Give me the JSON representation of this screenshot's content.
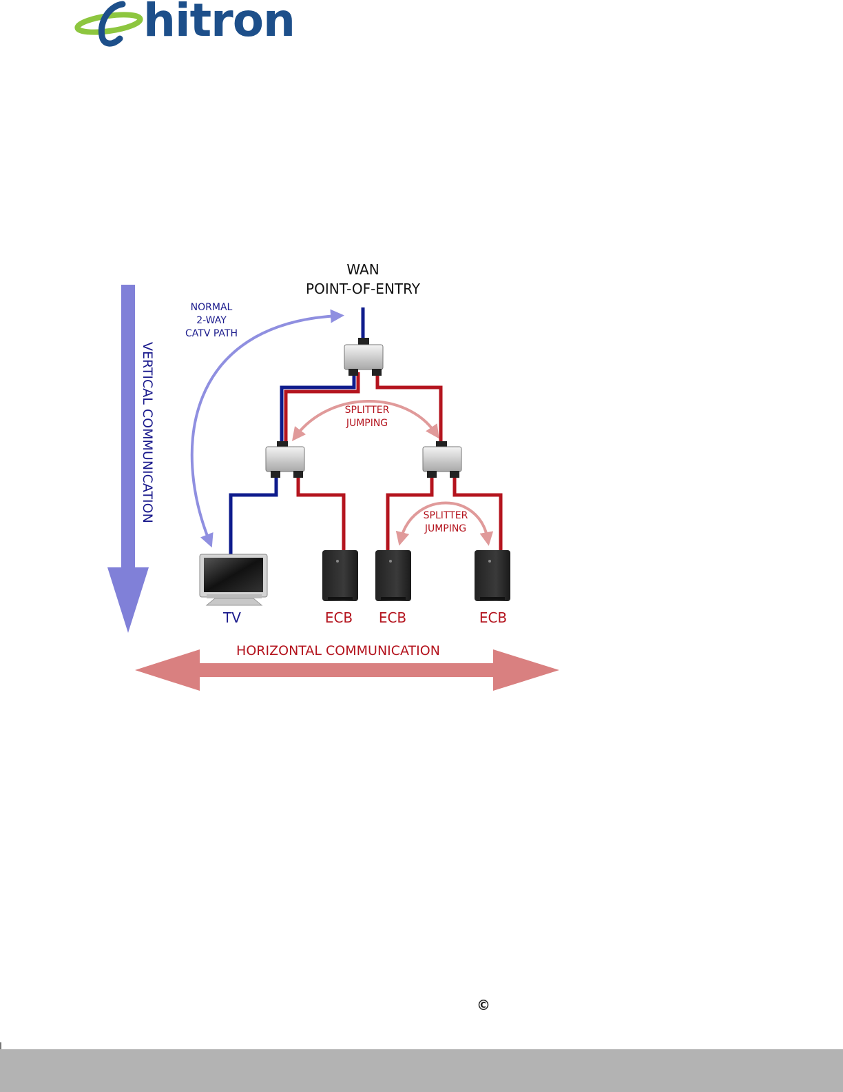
{
  "logo": {
    "text": "hitron"
  },
  "diagram": {
    "wan_line1": "WAN",
    "wan_line2": "POINT-OF-ENTRY",
    "catv_line1": "NORMAL",
    "catv_line2": "2-WAY",
    "catv_line3": "CATV PATH",
    "vertical_label": "VERTICAL COMMUNICATION",
    "splitter_jump_1_line1": "SPLITTER",
    "splitter_jump_1_line2": "JUMPING",
    "splitter_jump_2_line1": "SPLITTER",
    "splitter_jump_2_line2": "JUMPING",
    "tv_label": "TV",
    "ecb_label_1": "ECB",
    "ecb_label_2": "ECB",
    "ecb_label_3": "ECB",
    "horizontal_label": "HORIZONTAL COMMUNICATION"
  },
  "colors": {
    "blue_cable": "#0e1b8c",
    "red_cable": "#b4141e",
    "vertical_arrow": "#8080d8",
    "horizontal_arrow": "#d98080",
    "jump_arrow": "#e09a9a",
    "catv_arrow": "#8f8fe0"
  },
  "footer": {
    "copyright": "©"
  }
}
